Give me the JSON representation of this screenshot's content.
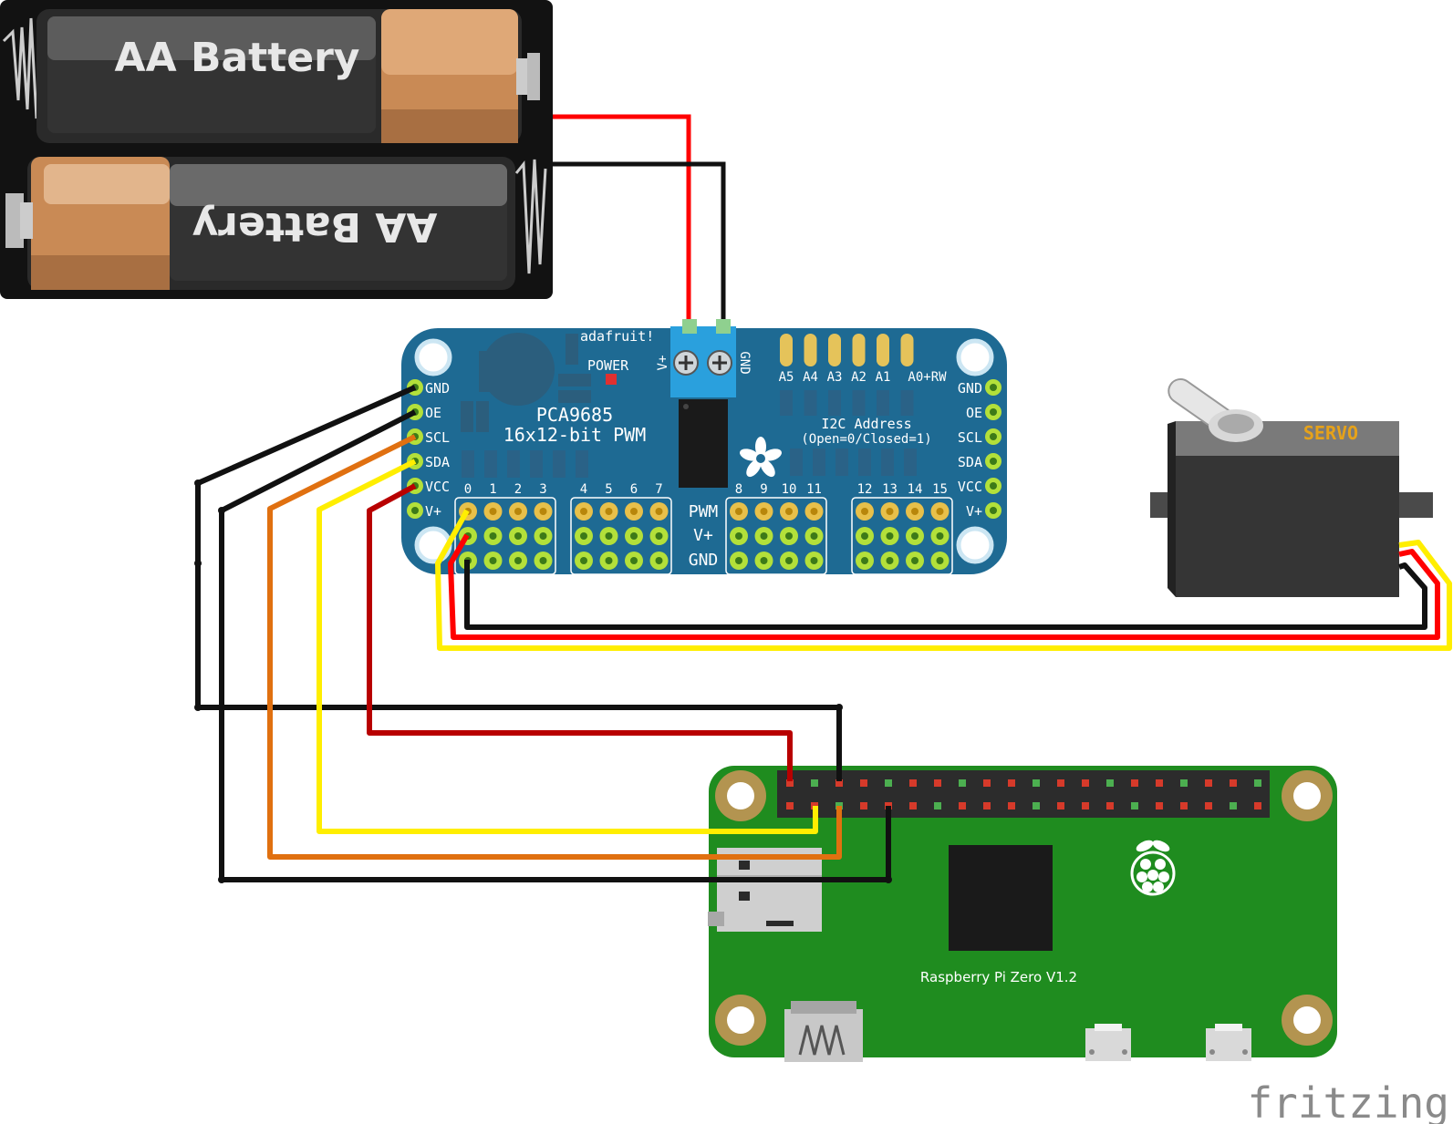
{
  "battery": {
    "label_top": "AA Battery",
    "label_bottom": "AA Battery"
  },
  "pca": {
    "brand": "adafruit!",
    "power": "POWER",
    "title": "PCA9685",
    "subtitle": "16x12-bit PWM",
    "terminal_left": "V+",
    "terminal_right": "GND",
    "addr_pins": [
      "A5",
      "A4",
      "A3",
      "A2",
      "A1",
      "A0+RW"
    ],
    "i2c_line1": "I2C Address",
    "i2c_line2": "(Open=0/Closed=1)",
    "left_pins": [
      "GND",
      "OE",
      "SCL",
      "SDA",
      "VCC",
      "V+"
    ],
    "right_pins": [
      "GND",
      "OE",
      "SCL",
      "SDA",
      "VCC",
      "V+"
    ],
    "channels": [
      "0",
      "1",
      "2",
      "3",
      "4",
      "5",
      "6",
      "7",
      "8",
      "9",
      "10",
      "11",
      "12",
      "13",
      "14",
      "15"
    ],
    "row_labels": [
      "PWM",
      "V+",
      "GND"
    ]
  },
  "servo": {
    "label": "SERVO"
  },
  "pi": {
    "label": "Raspberry Pi Zero V1.2"
  },
  "watermark": "fritzing",
  "colors": {
    "pca_board": "#1d6d96",
    "pi_board": "#1b8a1b",
    "wire_red": "#ff0000",
    "wire_black": "#1a1a1a",
    "wire_orange": "#e07010",
    "wire_yellow": "#ffee00",
    "wire_darkred": "#b80000"
  }
}
